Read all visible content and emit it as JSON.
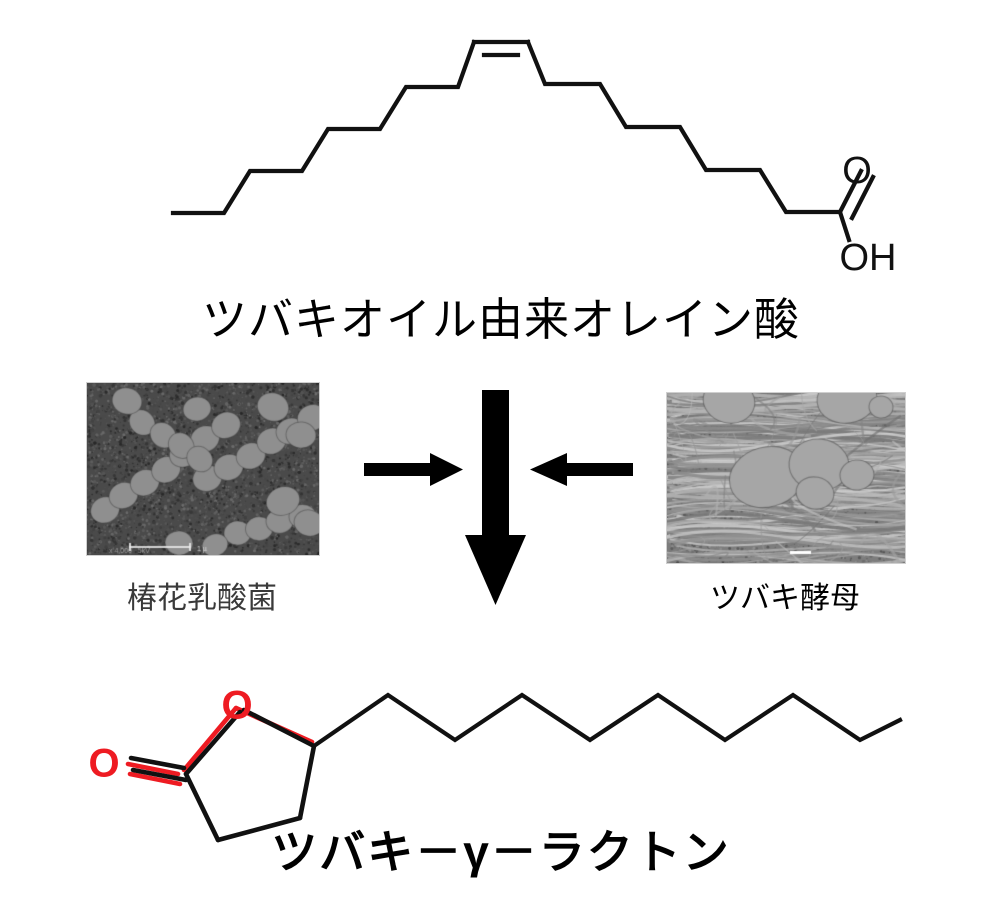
{
  "figure": {
    "title_top": "ツバキオイル由来オレイン酸",
    "title_bottom": "ツバキ－γ－ラクトン",
    "background_color": "#ffffff"
  },
  "top_molecule": {
    "name": "oleic-acid-skeletal-structure",
    "atom_labels": {
      "carbonyl_oxygen": "O",
      "hydroxyl": "OH"
    },
    "bond_color": "#000000",
    "double_bond": "cis"
  },
  "bottom_molecule": {
    "name": "gamma-lactone-skeletal-structure",
    "atom_labels": {
      "ring_oxygen": "O",
      "carbonyl_oxygen": "O"
    },
    "bond_color": "#000000",
    "oxygen_color": "#ee1b22"
  },
  "micrographs": [
    {
      "id": "bacteria",
      "label": "椿花乳酸菌",
      "label_color": "#3a3a3a",
      "description": "sem-micrograph-lactic-acid-bacteria"
    },
    {
      "id": "yeast",
      "label": "ツバキ酵母",
      "label_color": "#000000",
      "description": "sem-micrograph-yeast-cells"
    }
  ],
  "arrows": [
    {
      "name": "arrow-right",
      "direction": "right"
    },
    {
      "name": "arrow-left",
      "direction": "left"
    },
    {
      "name": "arrow-down",
      "direction": "down"
    }
  ]
}
